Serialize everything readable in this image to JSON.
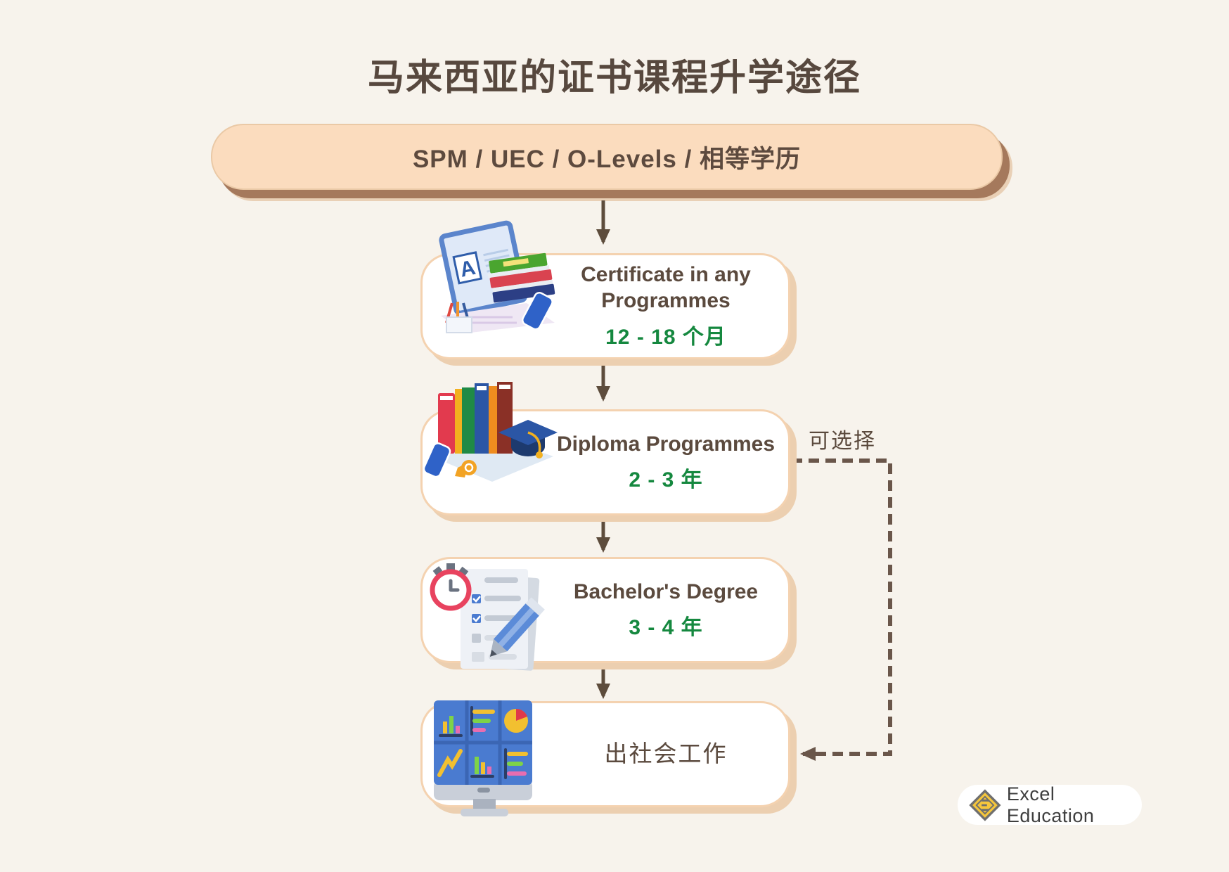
{
  "page": {
    "title": "马来西亚的证书课程升学途径",
    "background_color": "#f7f3ec"
  },
  "entry": {
    "label": "SPM / UEC / O-Levels / 相等学历",
    "fill_color": "#fbdcbe",
    "shadow_color": "#a5795c"
  },
  "steps": [
    {
      "title": "Certificate in any Programmes",
      "duration": "12 - 18 个月",
      "icon": "laptop-books-icon"
    },
    {
      "title": "Diploma Programmes",
      "duration": "2 - 3 年",
      "icon": "books-graduation-cap-icon"
    },
    {
      "title": "Bachelor's Degree",
      "duration": "3 - 4 年",
      "icon": "checklist-pencil-stopwatch-icon"
    },
    {
      "title": "出社会工作",
      "duration": "",
      "icon": "charts-monitor-icon"
    }
  ],
  "optional_path": {
    "label": "可选择"
  },
  "branding": {
    "logo_text": "Excel Education",
    "logo_icon": "excel-education-diamond-logo"
  },
  "icon_details": {
    "laptop_screen_letter": "A"
  },
  "colors": {
    "title_text": "#57483e",
    "duration_text": "#15883f",
    "arrow": "#5d4c3c",
    "dashed_connector": "#6a564a",
    "box_border": "#f4d2b0",
    "box_shadow": "#eccfb0"
  }
}
